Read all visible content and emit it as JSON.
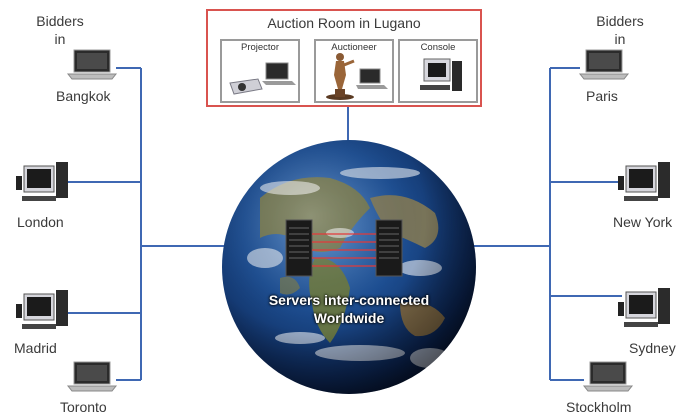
{
  "room": {
    "title": "Auction Room in Lugano",
    "panels": [
      "Projector",
      "Auctioneer",
      "Console"
    ]
  },
  "left": {
    "header_1": "Bidders",
    "header_2": "in",
    "cities": [
      "Bangkok",
      "London",
      "Madrid",
      "Toronto"
    ]
  },
  "right": {
    "header_1": "Bidders",
    "header_2": "in",
    "cities": [
      "Paris",
      "New York",
      "Sydney",
      "Stockholm"
    ]
  },
  "globe": {
    "line1": "Servers inter-connected",
    "line2": "Worldwide"
  },
  "colors": {
    "link": "#3f68b3",
    "room_border": "#d9534f",
    "panel_border": "#9a9a9a"
  }
}
